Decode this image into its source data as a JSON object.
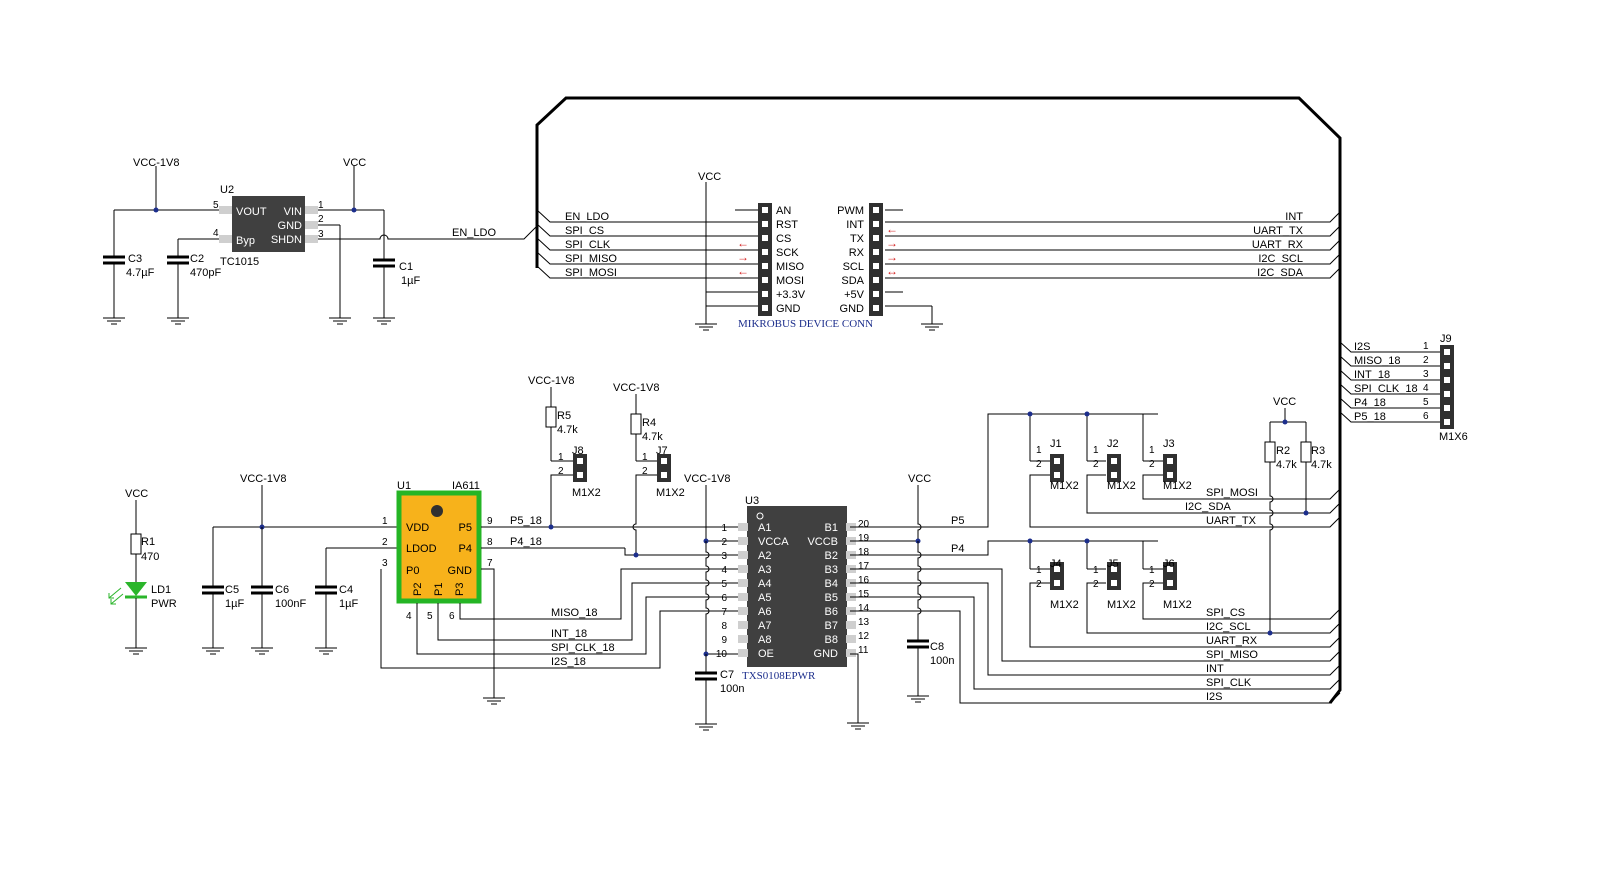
{
  "ldo": {
    "ref": "U2",
    "part": "TC1015",
    "pins": {
      "vout": "VOUT",
      "byp": "Byp",
      "vin": "VIN",
      "gnd": "GND",
      "shdn": "SHDN"
    },
    "pin_numbers": {
      "vout": "5",
      "byp": "4",
      "vin": "1",
      "gnd": "2",
      "shdn": "3"
    },
    "rail_left": "VCC-1V8",
    "rail_right": "VCC",
    "c3": {
      "ref": "C3",
      "value": "4.7µF"
    },
    "c2": {
      "ref": "C2",
      "value": "470pF"
    },
    "c1": {
      "ref": "C1",
      "value": "1µF"
    },
    "en_net": "EN_LDO"
  },
  "mikrobus": {
    "title": "MIKROBUS DEVICE CONN",
    "vcc_label": "VCC",
    "left_pins": [
      "AN",
      "RST",
      "CS",
      "SCK",
      "MISO",
      "MOSI",
      "+3.3V",
      "GND"
    ],
    "right_pins": [
      "PWM",
      "INT",
      "TX",
      "RX",
      "SCL",
      "SDA",
      "+5V",
      "GND"
    ],
    "left_nets": [
      "EN_LDO",
      "SPI_CS",
      "SPI_CLK",
      "SPI_MISO",
      "SPI_MOSI"
    ],
    "right_nets": [
      "INT",
      "UART_TX",
      "UART_RX",
      "I2C_SCL",
      "I2C_SDA"
    ],
    "arrows_left": [
      "←",
      "→",
      "←"
    ],
    "arrows_right": [
      "←",
      "→",
      "→",
      "↔"
    ]
  },
  "j9": {
    "ref": "J9",
    "part": "M1X6",
    "nets": [
      "I2S",
      "MISO_18",
      "INT_18",
      "SPI_CLK_18",
      "P4_18",
      "P5_18"
    ],
    "pins": [
      "1",
      "2",
      "3",
      "4",
      "5",
      "6"
    ]
  },
  "power_led": {
    "vcc": "VCC",
    "r1": {
      "ref": "R1",
      "value": "470"
    },
    "ld1": {
      "ref": "LD1",
      "label": "PWR"
    }
  },
  "u1": {
    "ref": "U1",
    "part": "IA611",
    "rail": "VCC-1V8",
    "pins_left": [
      "VDD",
      "LDOD",
      "P0"
    ],
    "pins_left_numbers": [
      "1",
      "2",
      "3"
    ],
    "pins_right": [
      "P5",
      "P4",
      "GND"
    ],
    "pins_right_numbers": [
      "9",
      "8",
      "7"
    ],
    "pins_bottom": [
      "P2",
      "P1",
      "P3"
    ],
    "pins_bottom_numbers": [
      "4",
      "5",
      "6"
    ],
    "c5": {
      "ref": "C5",
      "value": "1µF"
    },
    "c6": {
      "ref": "C6",
      "value": "100nF"
    },
    "c4": {
      "ref": "C4",
      "value": "1µF"
    },
    "nets": [
      "P5_18",
      "P4_18",
      "MISO_18",
      "INT_18",
      "SPI_CLK_18",
      "I2S_18"
    ]
  },
  "pullups": {
    "rail": "VCC-1V8",
    "r5": {
      "ref": "R5",
      "value": "4.7k"
    },
    "r4": {
      "ref": "R4",
      "value": "4.7k"
    },
    "j8": {
      "ref": "J8",
      "part": "M1X2"
    },
    "j7": {
      "ref": "J7",
      "part": "M1X2"
    },
    "pin1": "1",
    "pin2": "2"
  },
  "u3": {
    "ref": "U3",
    "part": "TXS0108EPWR",
    "rail_a": "VCC-1V8",
    "rail_b": "VCC",
    "left_pins": [
      "A1",
      "VCCA",
      "A2",
      "A3",
      "A4",
      "A5",
      "A6",
      "A7",
      "A8",
      "OE"
    ],
    "left_numbers": [
      "1",
      "2",
      "3",
      "4",
      "5",
      "6",
      "7",
      "8",
      "9",
      "10"
    ],
    "right_pins": [
      "B1",
      "VCCB",
      "B2",
      "B3",
      "B4",
      "B5",
      "B6",
      "B7",
      "B8",
      "GND"
    ],
    "right_numbers": [
      "20",
      "19",
      "18",
      "17",
      "16",
      "15",
      "14",
      "13",
      "12",
      "11"
    ],
    "c7": {
      "ref": "C7",
      "value": "100n"
    },
    "c8": {
      "ref": "C8",
      "value": "100n"
    }
  },
  "jumpers": {
    "top": [
      {
        "ref": "J1",
        "part": "M1X2"
      },
      {
        "ref": "J2",
        "part": "M1X2"
      },
      {
        "ref": "J3",
        "part": "M1X2"
      }
    ],
    "bottom": [
      {
        "ref": "J4",
        "part": "M1X2"
      },
      {
        "ref": "J5",
        "part": "M1X2"
      },
      {
        "ref": "J6",
        "part": "M1X2"
      }
    ],
    "pin1": "1",
    "pin2": "2",
    "p5": "P5",
    "p4": "P4",
    "vcc": "VCC",
    "r2": {
      "ref": "R2",
      "value": "4.7k"
    },
    "r3": {
      "ref": "R3",
      "value": "4.7k"
    },
    "bus_nets": [
      "SPI_MOSI",
      "I2C_SDA",
      "UART_TX",
      "SPI_CS",
      "I2C_SCL",
      "UART_RX",
      "SPI_MISO",
      "INT",
      "SPI_CLK",
      "I2S"
    ]
  },
  "colors": {
    "ic": "#404040",
    "u1_body": "#f7b21b",
    "u1_border": "#25b525",
    "led": "#2bb52b",
    "label_blue": "#1c2e8c",
    "arrow": "#d41c1c"
  }
}
